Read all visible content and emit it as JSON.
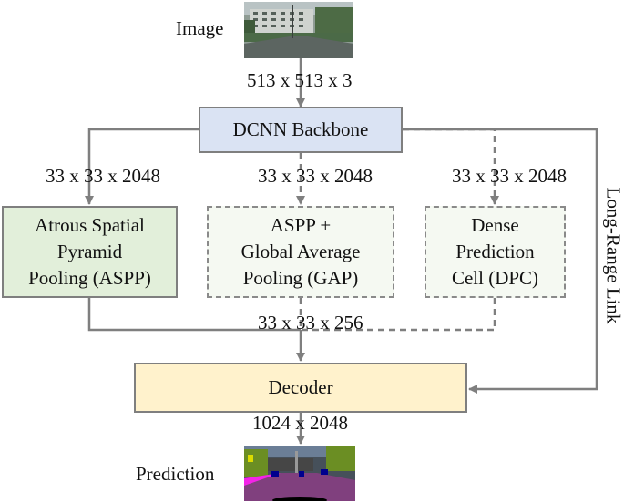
{
  "input": {
    "label": "Image"
  },
  "output": {
    "label": "Prediction"
  },
  "dims": {
    "input": "513 x 513 x 3",
    "aspp_in": "33 x 33 x 2048",
    "gap_in": "33 x 33 x 2048",
    "dpc_in": "33 x 33 x 2048",
    "merged": "33 x 33 x 256",
    "output": "1024 x 2048"
  },
  "nodes": {
    "backbone": {
      "label": "DCNN Backbone",
      "color": "#dae3f3"
    },
    "aspp": {
      "line1": "Atrous Spatial",
      "line2": "Pyramid",
      "line3": "Pooling (ASPP)",
      "color": "#e2efda"
    },
    "gap": {
      "line1": "ASPP +",
      "line2": "Global Average",
      "line3": "Pooling (GAP)",
      "color": "#f5f9f2"
    },
    "dpc": {
      "line1": "Dense",
      "line2": "Prediction",
      "line3": "Cell (DPC)",
      "color": "#f5f9f2"
    },
    "decoder": {
      "label": "Decoder",
      "color": "#fff2cc"
    }
  },
  "long_range": {
    "label": "Long-Range Link"
  },
  "colors": {
    "arrow": "#7f7f7f"
  }
}
